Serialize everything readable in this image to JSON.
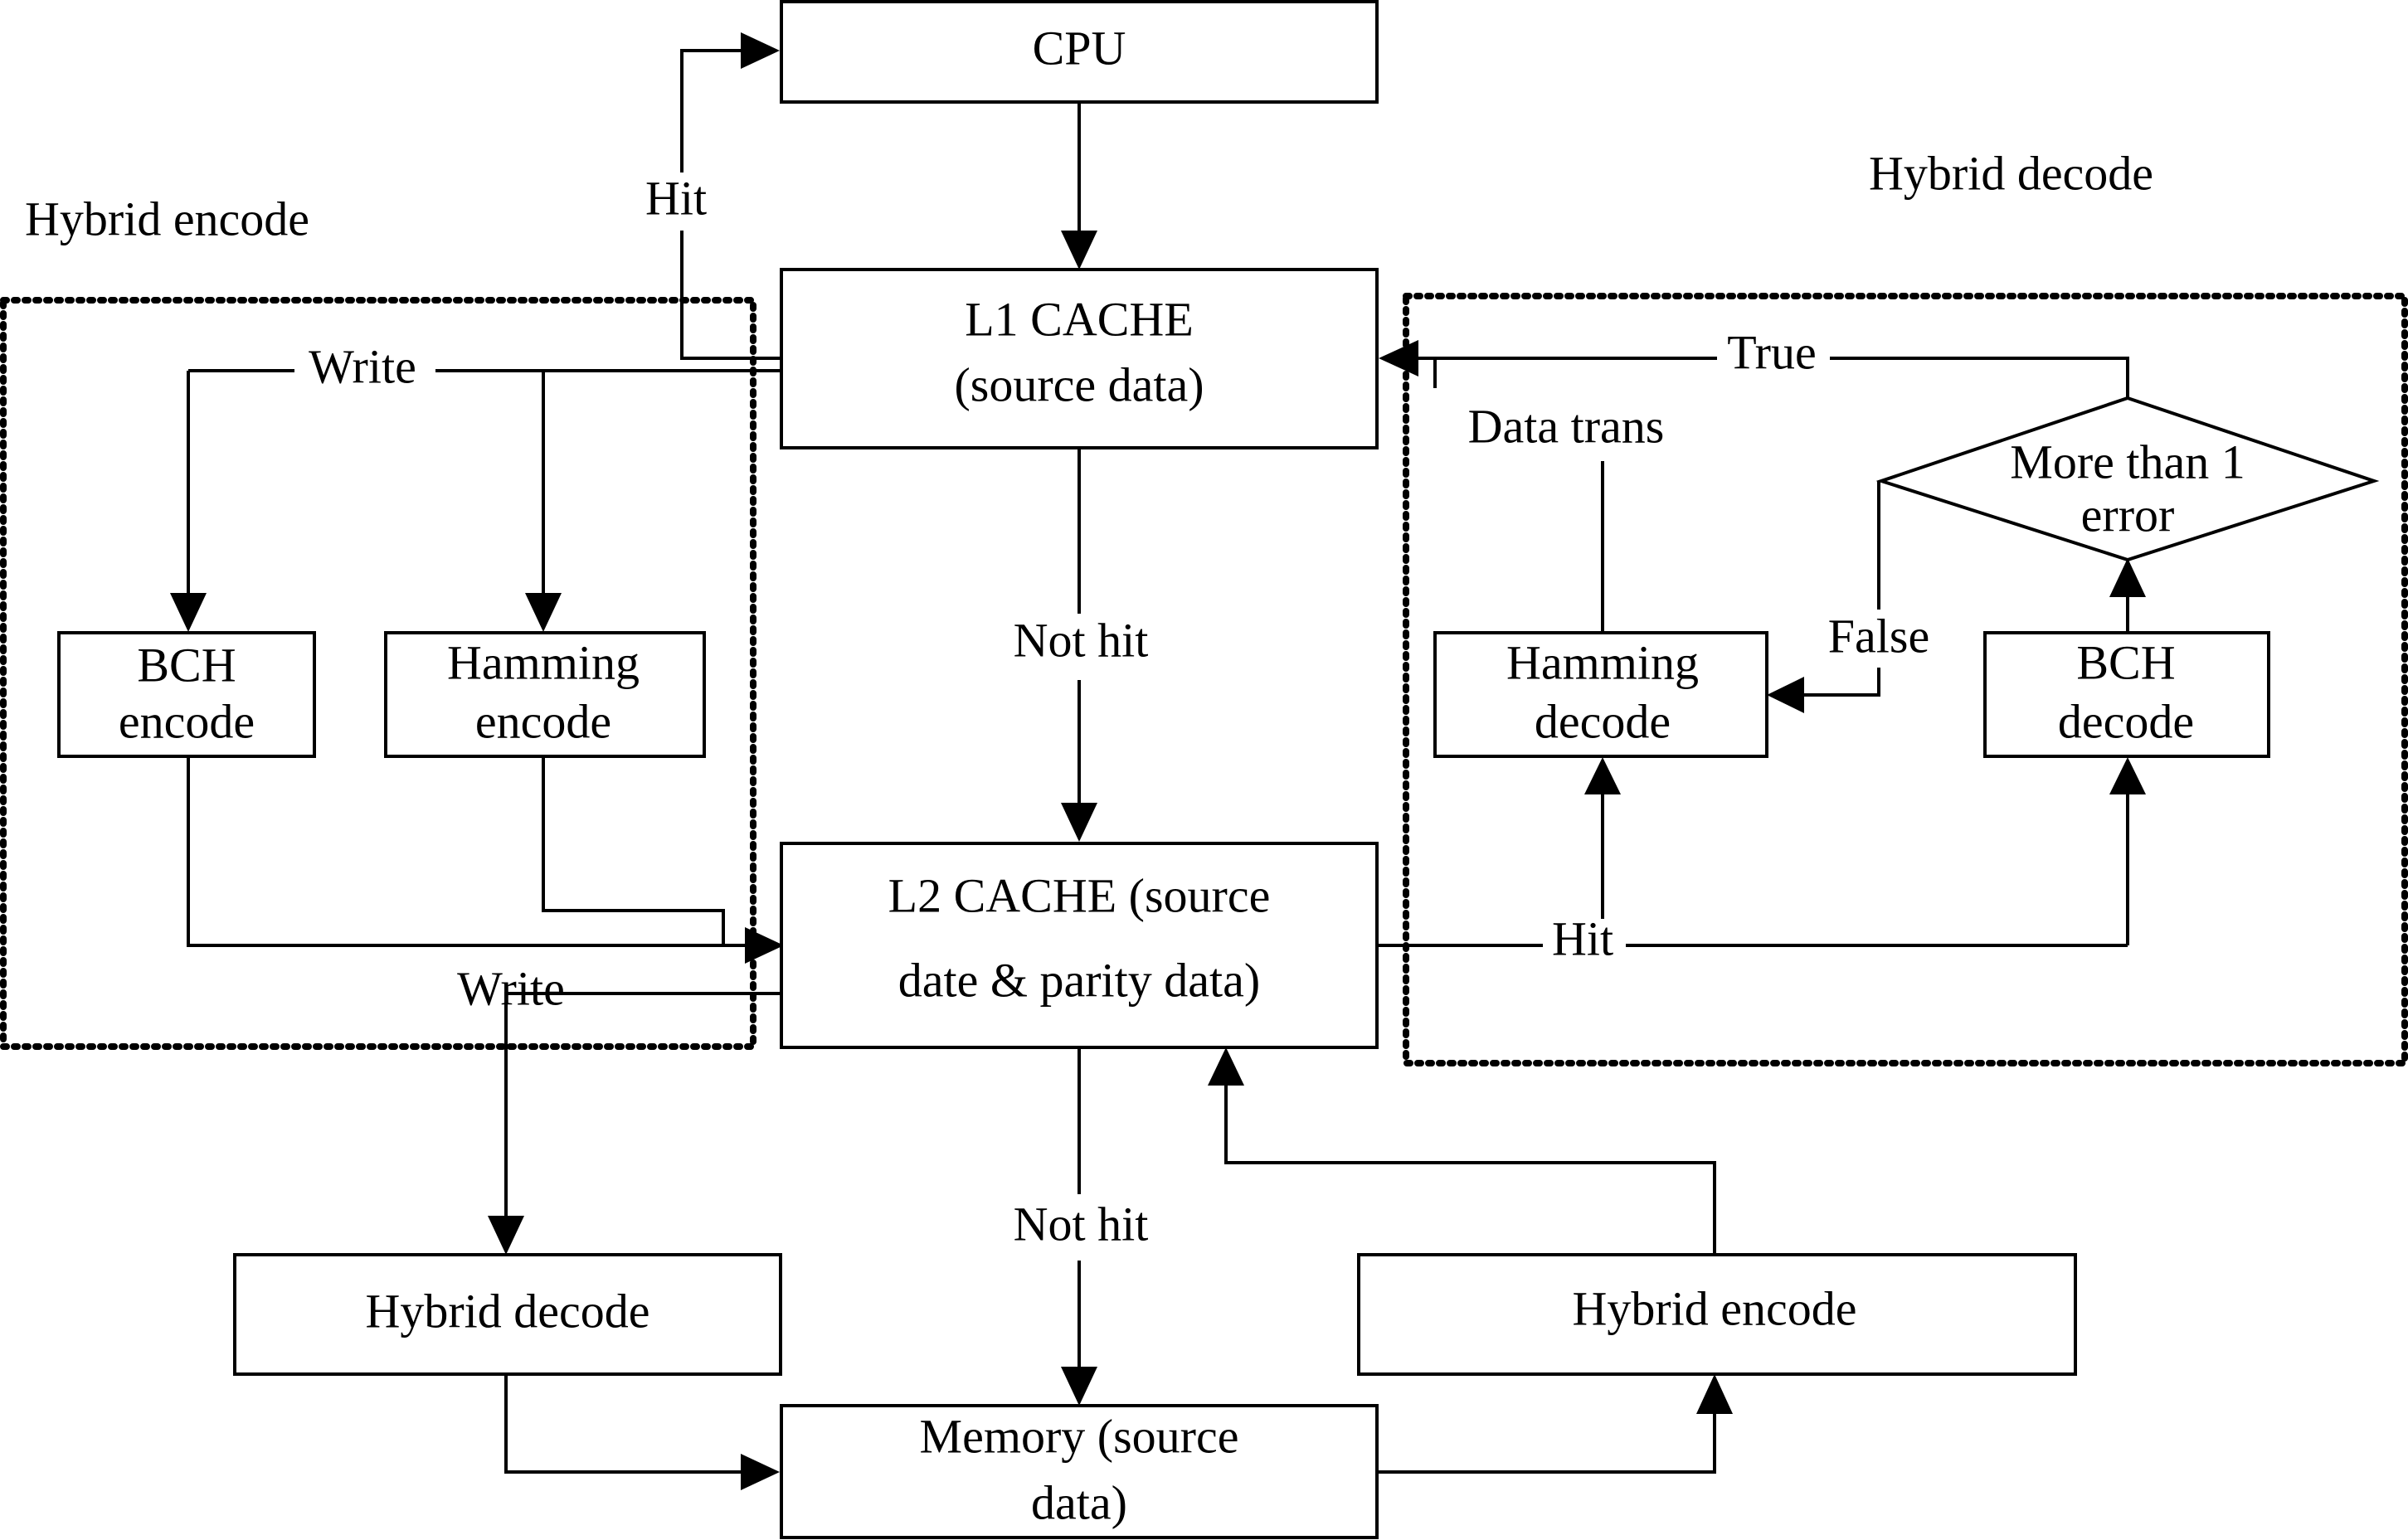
{
  "diagram": {
    "nodes": {
      "cpu": "CPU",
      "l1": [
        "L1 CACHE",
        "(source data)"
      ],
      "l2": [
        "L2 CACHE (source",
        "date & parity data)"
      ],
      "memory": [
        "Memory (source",
        "data)"
      ],
      "hybrid_decode_box": "Hybrid decode",
      "hybrid_encode_box": "Hybrid encode",
      "bch_encode": [
        "BCH",
        "encode"
      ],
      "hamming_encode": [
        "Hamming",
        "encode"
      ],
      "hamming_decode": [
        "Hamming",
        "decode"
      ],
      "bch_decode": [
        "BCH",
        "decode"
      ],
      "decision": [
        "More than 1",
        "error"
      ]
    },
    "regions": {
      "encode": "Hybrid encode",
      "decode": "Hybrid decode"
    },
    "edge_labels": {
      "hit_top": "Hit",
      "write_l1": "Write",
      "not_hit_l1": "Not hit",
      "write_l2": "Write",
      "hit_l2": "Hit",
      "not_hit_l2": "Not hit",
      "true": "True",
      "false": "False",
      "data_trans": "Data trans"
    }
  }
}
